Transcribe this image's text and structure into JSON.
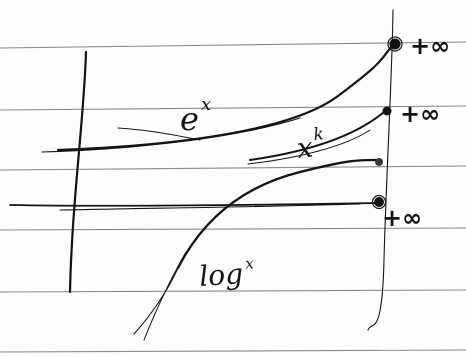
{
  "curves": {
    "exp": {
      "label_base": "e",
      "label_sup": "x"
    },
    "power": {
      "label_base": "x",
      "label_sup": "k"
    },
    "log": {
      "label_base": "log",
      "label_sup": "x"
    }
  },
  "infinity_marks": [
    "+∞",
    "+∞",
    "+∞"
  ],
  "colors": {
    "ink": "#141414",
    "paper": "#fdfdfb",
    "rule_lines": "#8a8a8a"
  }
}
